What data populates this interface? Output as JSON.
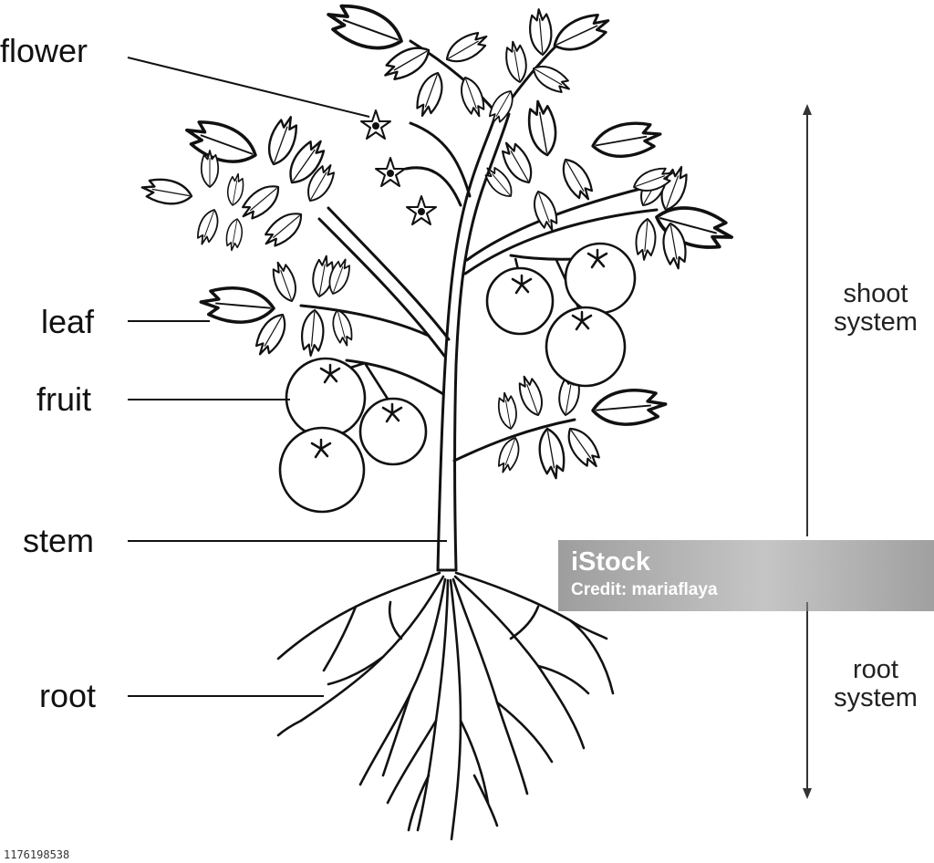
{
  "labels": {
    "flower": "flower",
    "leaf": "leaf",
    "fruit": "fruit",
    "stem": "stem",
    "root": "root"
  },
  "systems": {
    "shoot_line1": "shoot",
    "shoot_line2": "system",
    "root_line1": "root",
    "root_line2": "system"
  },
  "watermark": {
    "brand": "iStock",
    "credit": "Credit: mariaflaya"
  },
  "stock_id": "1176198538",
  "colors": {
    "ink": "#111111",
    "background": "#ffffff",
    "arrow": "#333333",
    "watermark": "#8c8c8c"
  }
}
